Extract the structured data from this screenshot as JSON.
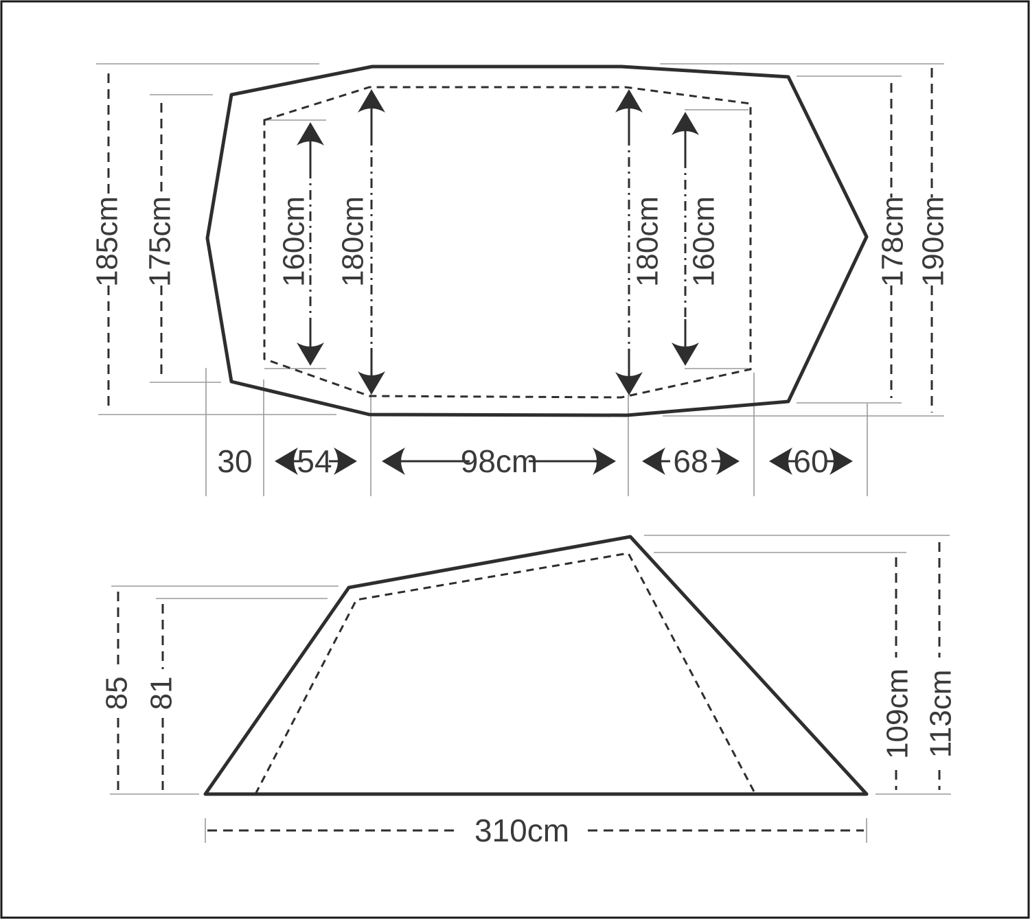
{
  "colors": {
    "background": "#ffffff",
    "line": "#2e2e2e",
    "extension_line": "#9a9a9a",
    "text": "#3a3a3a"
  },
  "plan_view": {
    "left_outer_height": "185cm",
    "left_inner_height": "175cm",
    "inner_width_left": "160cm",
    "canopy_width_left": "180cm",
    "canopy_width_right": "180cm",
    "inner_width_right": "160cm",
    "right_inner_height": "178cm",
    "right_outer_height": "190cm",
    "bottom_segments": [
      "30",
      "54",
      "98cm",
      "68",
      "60"
    ]
  },
  "side_view": {
    "left_outer_height": "85",
    "left_inner_height": "81",
    "right_inner_height": "109cm",
    "right_outer_height": "113cm",
    "total_width": "310cm"
  }
}
